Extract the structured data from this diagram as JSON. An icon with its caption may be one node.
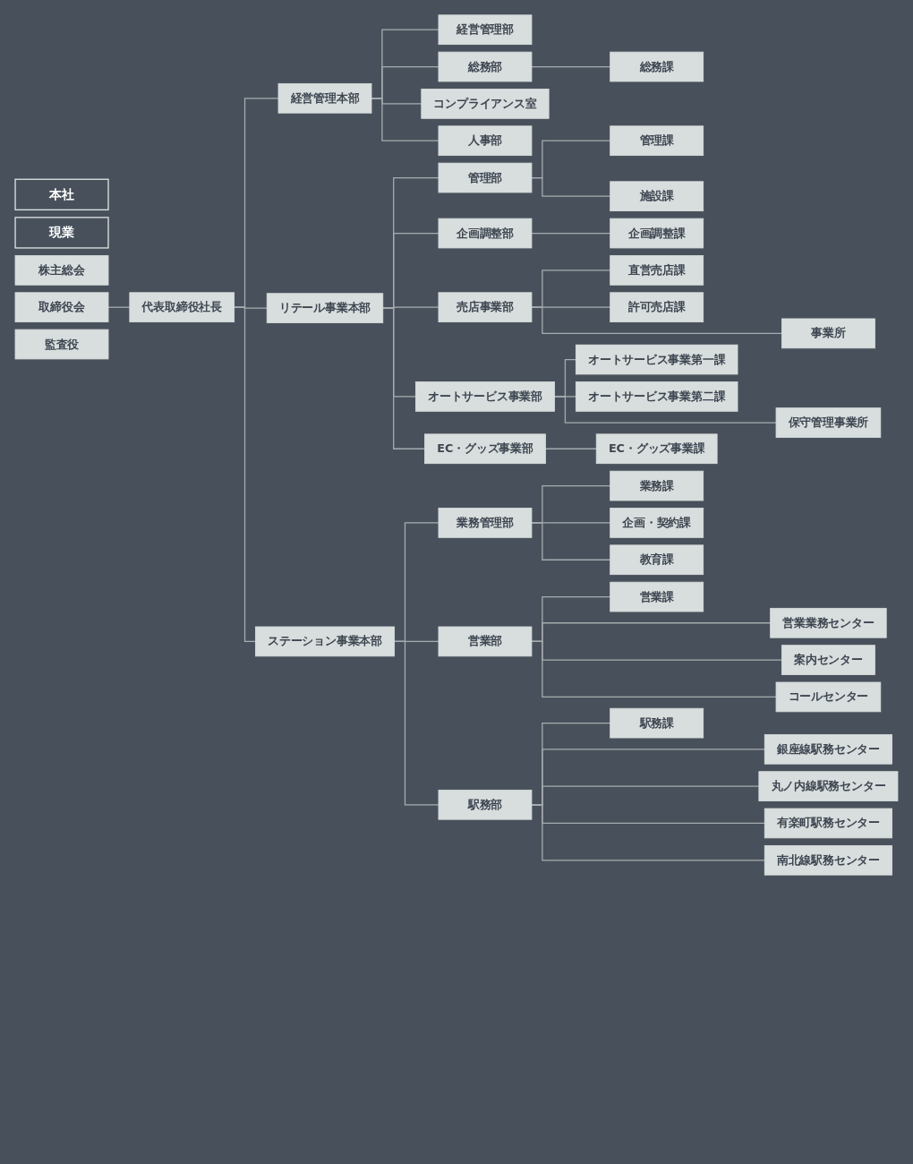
{
  "diagram": {
    "nodes": [
      {
        "text": [
          "本社"
        ]
      },
      {
        "text": [
          "現業"
        ]
      },
      {
        "text": [
          "株主総会"
        ]
      },
      {
        "text": [
          "取締役会"
        ]
      },
      {
        "text": [
          "代表取締役社長"
        ]
      },
      {
        "text": [
          "監査役"
        ]
      },
      {
        "text": [
          "経営管理本部"
        ]
      },
      {
        "text": [
          "経営管理部"
        ]
      },
      {
        "text": [
          "総務部"
        ]
      },
      {
        "text": [
          "総務課"
        ]
      },
      {
        "text": [
          "コンプライアンス室"
        ]
      },
      {
        "text": [
          "人事部"
        ]
      },
      {
        "text": [
          "リテール事業本部"
        ]
      },
      {
        "text": [
          "管理部"
        ]
      },
      {
        "text": [
          "管理課"
        ]
      },
      {
        "text": [
          "施設課"
        ]
      },
      {
        "text": [
          "企画調整部"
        ]
      },
      {
        "text": [
          "企画調整課"
        ]
      },
      {
        "text": [
          "売店事業部"
        ]
      },
      {
        "text": [
          "直営売店課"
        ]
      },
      {
        "text": [
          "許可売店課"
        ]
      },
      {
        "text": [
          "事業所"
        ]
      },
      {
        "text": [
          "オートサービス事業部"
        ]
      },
      {
        "text": [
          "オートサービス事業第一課"
        ]
      },
      {
        "text": [
          "オートサービス事業第二課"
        ]
      },
      {
        "text": [
          "保守管理事業所"
        ]
      },
      {
        "text": [
          "EC・グッズ事業部"
        ]
      },
      {
        "text": [
          "EC・グッズ事業課"
        ]
      },
      {
        "text": [
          "ステーション事業本部"
        ]
      },
      {
        "text": [
          "業務管理部"
        ]
      },
      {
        "text": [
          "業務課"
        ]
      },
      {
        "text": [
          "企画・契約課"
        ]
      },
      {
        "text": [
          "教育課"
        ]
      },
      {
        "text": [
          "営業部"
        ]
      },
      {
        "text": [
          "営業課"
        ]
      },
      {
        "text": [
          "営業業務センター"
        ]
      },
      {
        "text": [
          "案内センター"
        ]
      },
      {
        "text": [
          "コールセンター"
        ]
      },
      {
        "text": [
          "駅務部"
        ]
      },
      {
        "text": [
          "駅務課"
        ]
      },
      {
        "text": [
          "銀座線駅務センター"
        ]
      },
      {
        "text": [
          "丸ノ内線駅務センター"
        ]
      },
      {
        "text": [
          "有楽町駅務センター"
        ]
      },
      {
        "text": [
          "南北線駅務センター"
        ]
      }
    ],
    "edges": [
      {
        "from": 3,
        "to": 4,
        "arrow": "none"
      },
      {
        "from": 4,
        "to": 6,
        "arrow": "none"
      },
      {
        "from": 4,
        "to": 12,
        "arrow": "none"
      },
      {
        "from": 4,
        "to": 28,
        "arrow": "none"
      },
      {
        "from": 6,
        "to": 7,
        "arrow": "none"
      },
      {
        "from": 6,
        "to": 8,
        "arrow": "none"
      },
      {
        "from": 6,
        "to": 10,
        "arrow": "none"
      },
      {
        "from": 6,
        "to": 11,
        "arrow": "none"
      },
      {
        "from": 8,
        "to": 9,
        "arrow": "none"
      },
      {
        "from": 12,
        "to": 13,
        "arrow": "none"
      },
      {
        "from": 12,
        "to": 16,
        "arrow": "none"
      },
      {
        "from": 12,
        "to": 18,
        "arrow": "none"
      },
      {
        "from": 12,
        "to": 22,
        "arrow": "none"
      },
      {
        "from": 12,
        "to": 26,
        "arrow": "none"
      },
      {
        "from": 13,
        "to": 14,
        "arrow": "none"
      },
      {
        "from": 13,
        "to": 15,
        "arrow": "none"
      },
      {
        "from": 16,
        "to": 17,
        "arrow": "none"
      },
      {
        "from": 18,
        "to": 19,
        "arrow": "none"
      },
      {
        "from": 18,
        "to": 20,
        "arrow": "none"
      },
      {
        "from": 18,
        "to": 21,
        "arrow": "none"
      },
      {
        "from": 22,
        "to": 23,
        "arrow": "none"
      },
      {
        "from": 22,
        "to": 24,
        "arrow": "none"
      },
      {
        "from": 22,
        "to": 25,
        "arrow": "none"
      },
      {
        "from": 26,
        "to": 27,
        "arrow": "none"
      },
      {
        "from": 28,
        "to": 29,
        "arrow": "none"
      },
      {
        "from": 28,
        "to": 33,
        "arrow": "none"
      },
      {
        "from": 28,
        "to": 38,
        "arrow": "none"
      },
      {
        "from": 29,
        "to": 30,
        "arrow": "none"
      },
      {
        "from": 29,
        "to": 31,
        "arrow": "none"
      },
      {
        "from": 29,
        "to": 32,
        "arrow": "none"
      },
      {
        "from": 33,
        "to": 34,
        "arrow": "none"
      },
      {
        "from": 33,
        "to": 35,
        "arrow": "none"
      },
      {
        "from": 33,
        "to": 36,
        "arrow": "none"
      },
      {
        "from": 33,
        "to": 37,
        "arrow": "none"
      },
      {
        "from": 38,
        "to": 39,
        "arrow": "none"
      },
      {
        "from": 38,
        "to": 40,
        "arrow": "none"
      },
      {
        "from": 38,
        "to": 41,
        "arrow": "none"
      },
      {
        "from": 38,
        "to": 42,
        "arrow": "none"
      },
      {
        "from": 38,
        "to": 43,
        "arrow": "none"
      }
    ]
  }
}
